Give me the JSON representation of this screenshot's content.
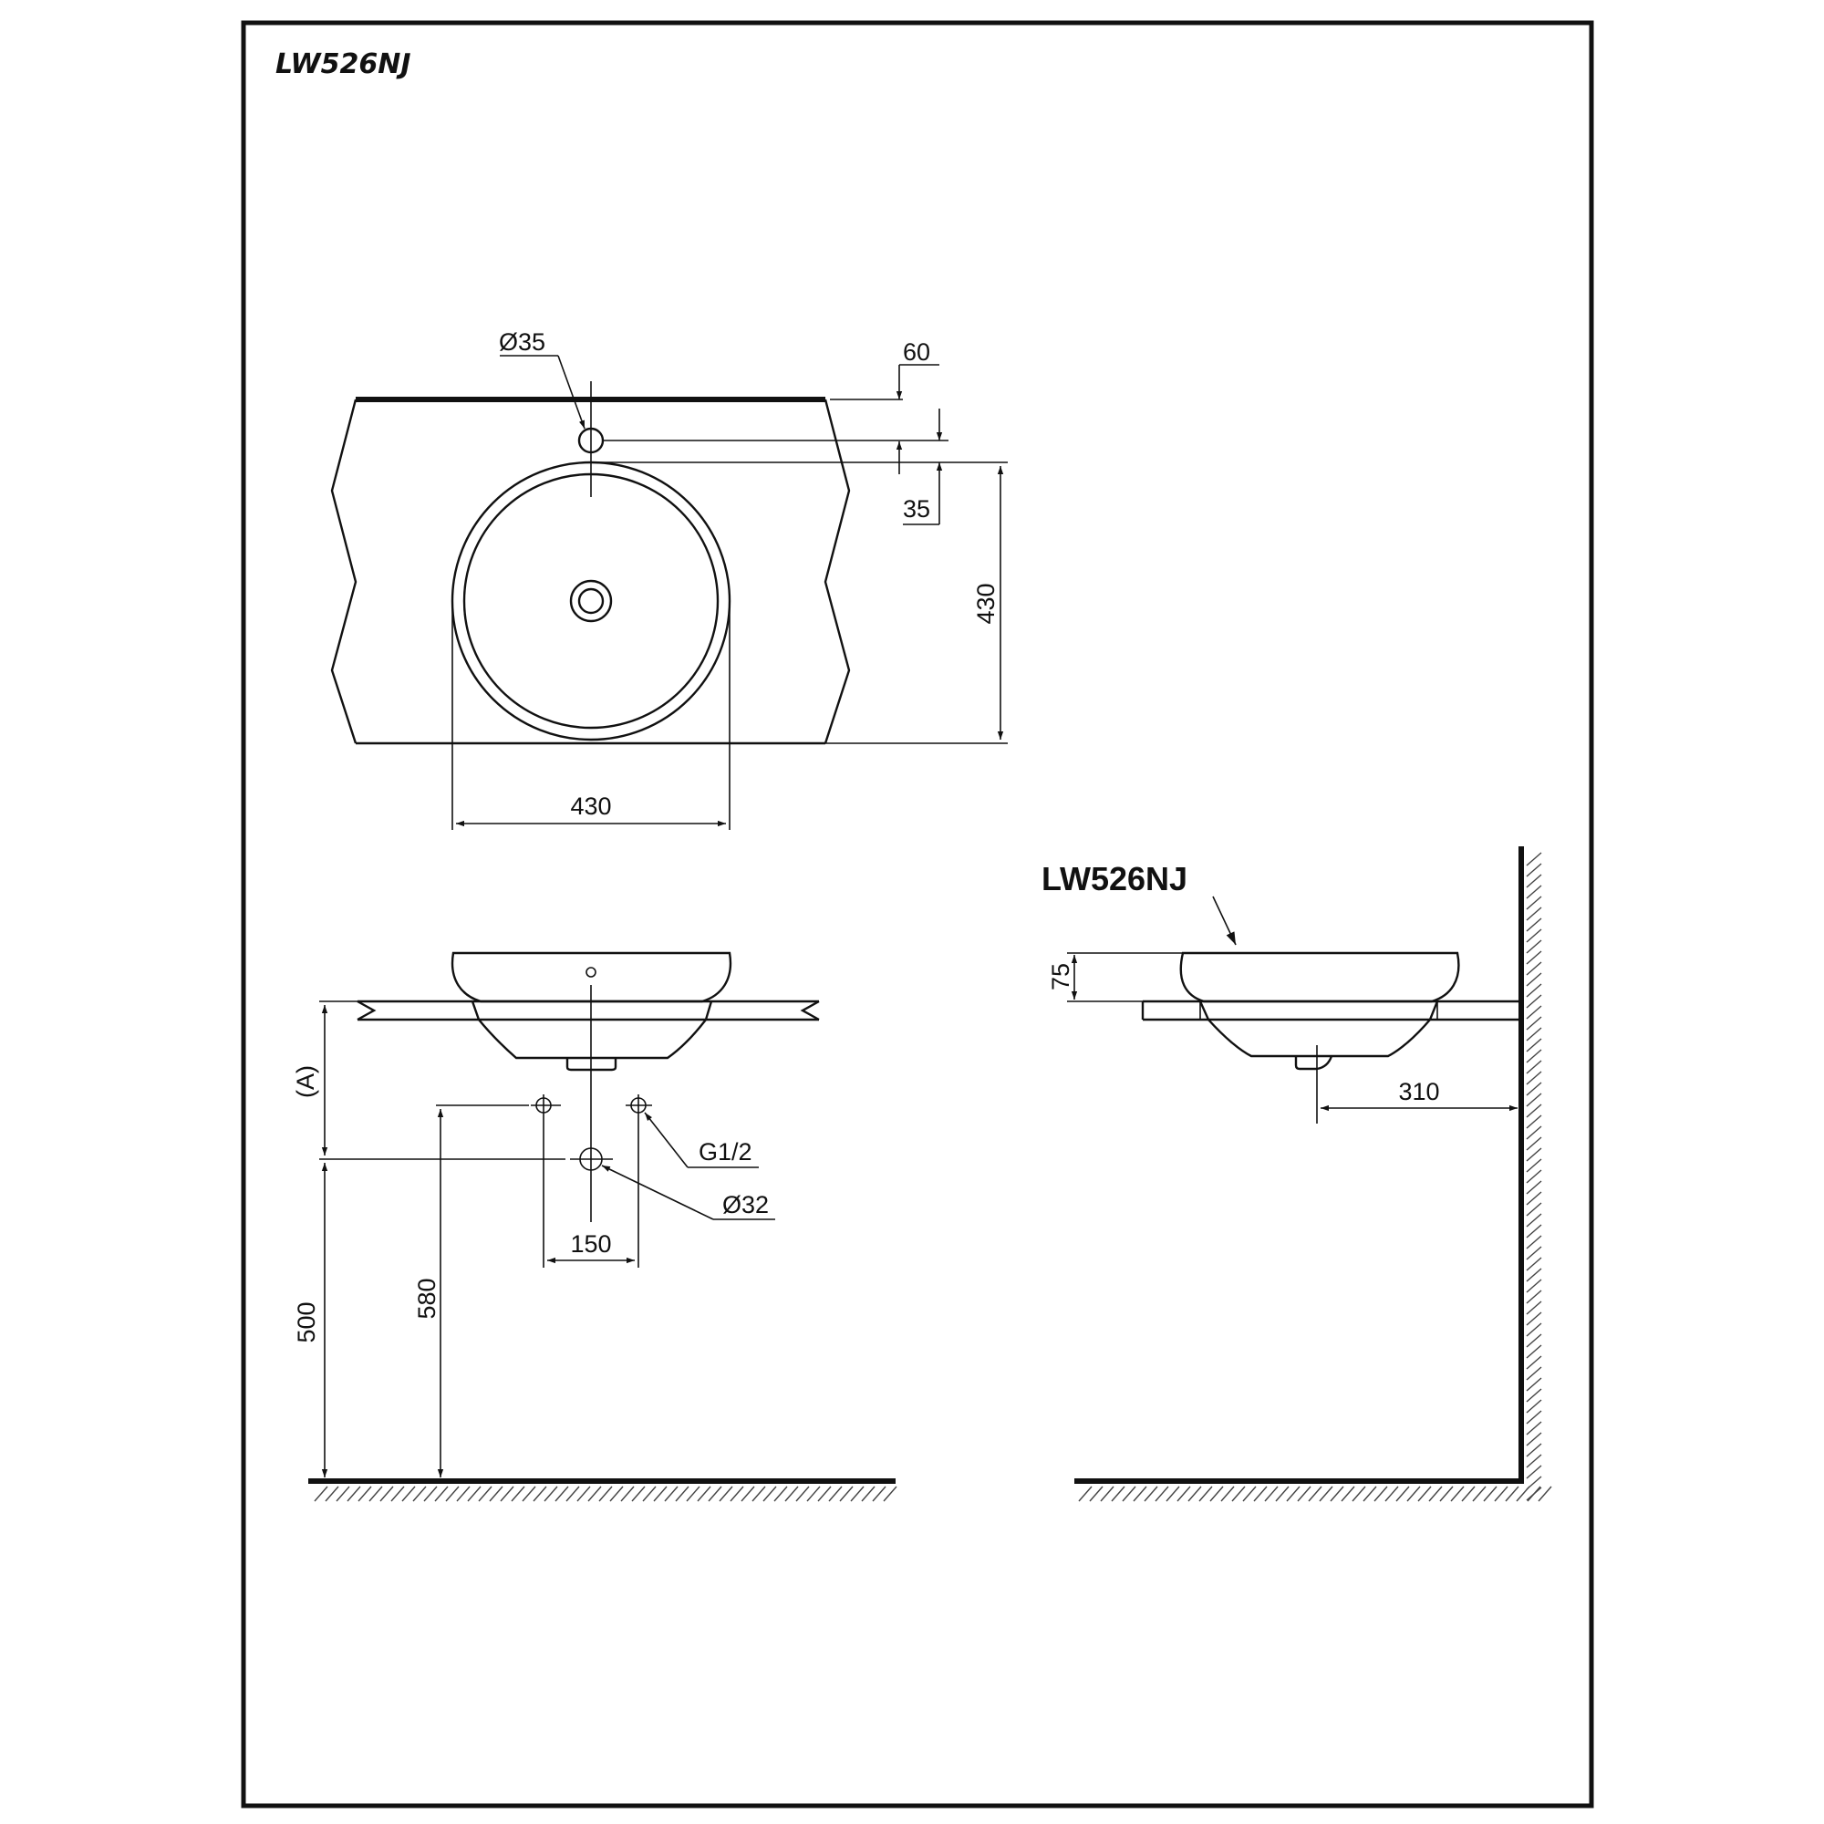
{
  "title": "LW526NJ",
  "model_label": "LW526NJ",
  "top_view": {
    "faucet_hole": "Ø35",
    "dim_60": "60",
    "dim_35": "35",
    "depth": "430",
    "width": "430"
  },
  "front_view": {
    "dim_a": "(A)",
    "supply": "G1/2",
    "drain": "Ø32",
    "supply_spacing": "150",
    "supply_height": "580",
    "drain_height": "500"
  },
  "side_view": {
    "height_above_counter": "75",
    "wall_offset": "310"
  }
}
